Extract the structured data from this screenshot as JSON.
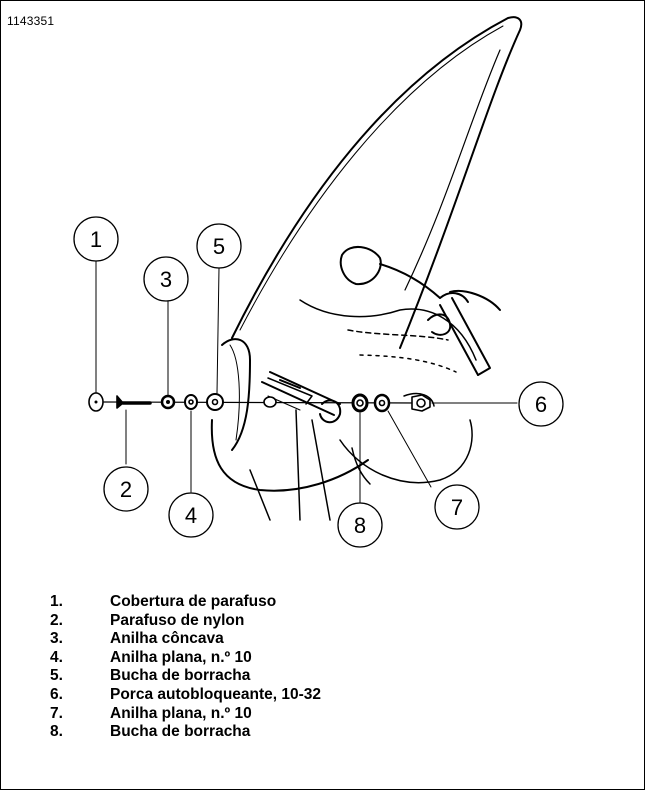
{
  "figure": {
    "id": "1143351",
    "callouts": [
      "1",
      "2",
      "3",
      "4",
      "5",
      "6",
      "7",
      "8"
    ],
    "legend": [
      {
        "num": "1.",
        "text": "Cobertura de parafuso"
      },
      {
        "num": "2.",
        "text": "Parafuso de nylon"
      },
      {
        "num": "3.",
        "text": "Anilha côncava"
      },
      {
        "num": "4.",
        "text": "Anilha plana, n.º 10"
      },
      {
        "num": "5.",
        "text": "Bucha de borracha"
      },
      {
        "num": "6.",
        "text": "Porca autobloqueante, 10-32"
      },
      {
        "num": "7.",
        "text": "Anilha plana, n.º 10"
      },
      {
        "num": "8.",
        "text": "Bucha de borracha"
      }
    ]
  }
}
